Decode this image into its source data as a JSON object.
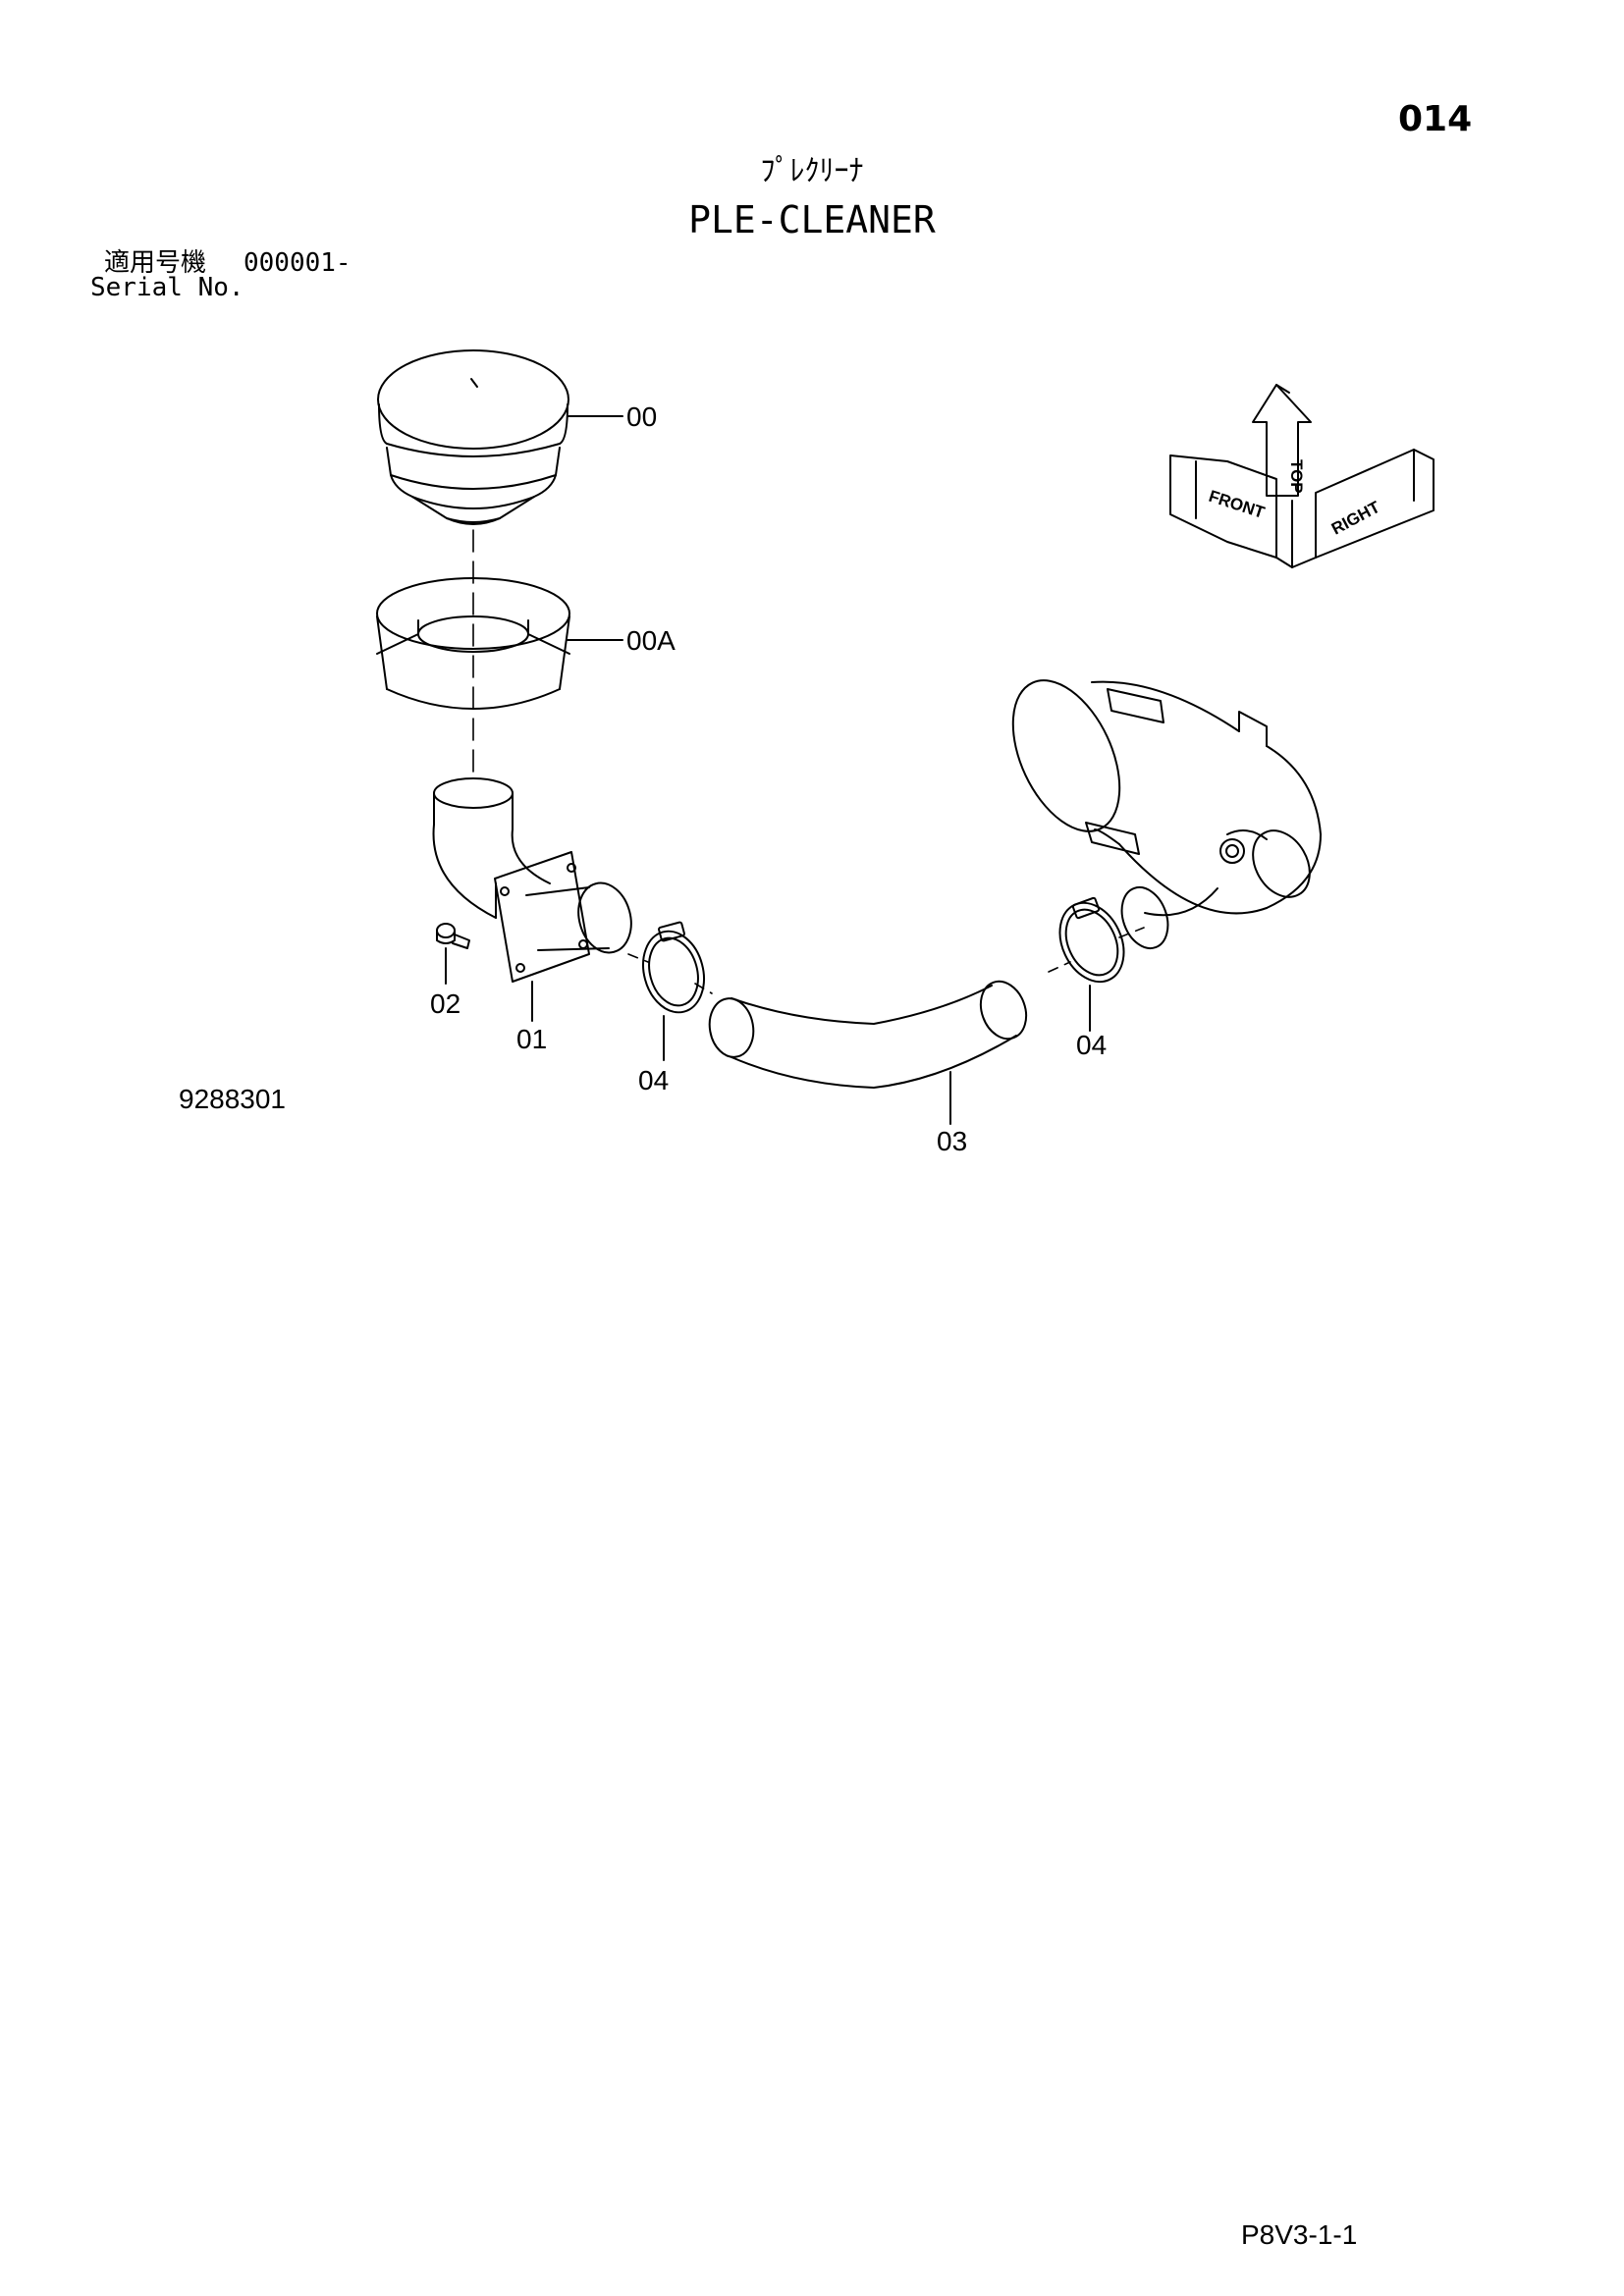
{
  "header": {
    "page_number": "014",
    "title_ja": "ﾌﾟﾚｸﾘｰﾅ",
    "title_en": "PLE-CLEANER"
  },
  "serial": {
    "label_ja": "適用号機",
    "value": "000001-",
    "label_en": "Serial No."
  },
  "parts": {
    "p00": "00",
    "p00a": "00A",
    "p01": "01",
    "p02": "02",
    "p03": "03",
    "p04_left": "04",
    "p04_right": "04"
  },
  "orientation": {
    "top": "TOP",
    "front": "FRONT",
    "right": "RIGHT"
  },
  "footer": {
    "drawing_number": "9288301",
    "sheet_ref": "P8V3-1-1"
  }
}
